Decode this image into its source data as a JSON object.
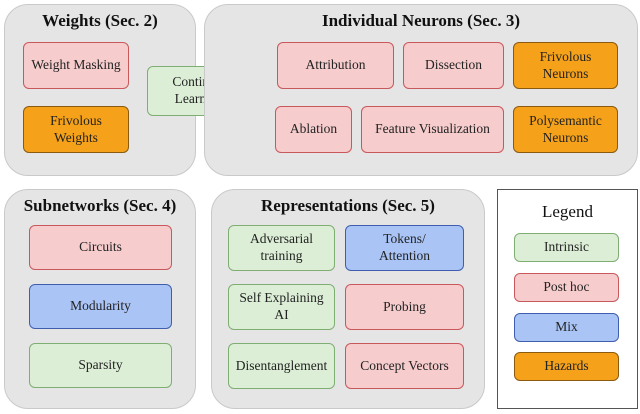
{
  "panels": {
    "weights": {
      "title": "Weights (Sec. 2)",
      "items": [
        "Weight Masking",
        "Frivolous\nWeights",
        "Continual\nLearning"
      ]
    },
    "neurons": {
      "title": "Individual Neurons (Sec. 3)",
      "items": [
        "Attribution",
        "Dissection",
        "Frivolous\nNeurons",
        "Ablation",
        "Feature Visualization",
        "Polysemantic\nNeurons"
      ]
    },
    "subnetworks": {
      "title": "Subnetworks (Sec. 4)",
      "items": [
        "Circuits",
        "Modularity",
        "Sparsity"
      ]
    },
    "representations": {
      "title": "Representations (Sec. 5)",
      "items": [
        "Adversarial\ntraining",
        "Tokens/\nAttention",
        "Self Explaining\nAI",
        "Probing",
        "Disentanglement",
        "Concept Vectors"
      ]
    }
  },
  "legend": {
    "title": "Legend",
    "items": [
      "Intrinsic",
      "Post hoc",
      "Mix",
      "Hazards"
    ]
  },
  "colors": {
    "intrinsic": "#dcefd6",
    "post_hoc": "#f6cccd",
    "mix": "#a9c4f5",
    "hazards": "#f5a21a",
    "panel": "#e5e5e5"
  }
}
